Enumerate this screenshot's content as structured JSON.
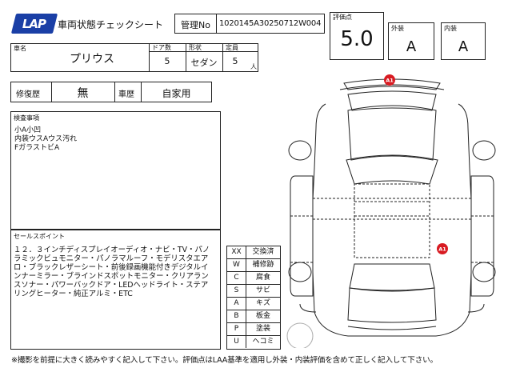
{
  "header": {
    "logo_text": "LAP",
    "title": "車両状態チェックシート",
    "management_label": "管理No",
    "management_no": "1020145A30250712W004"
  },
  "ratings": {
    "score_label": "評価点",
    "score": "5.0",
    "exterior_label": "外装",
    "exterior": "A",
    "interior_label": "内装",
    "interior": "A"
  },
  "vehicle": {
    "name_label": "車名",
    "name": "プリウス",
    "doors_label": "ドア数",
    "doors": "5",
    "shape_label": "形状",
    "shape": "セダン",
    "capacity_label": "定員",
    "capacity": "5",
    "capacity_unit": "人"
  },
  "history": {
    "repair_label": "修復歴",
    "repair": "無",
    "type_label": "車歴",
    "type": "自家用"
  },
  "inspection": {
    "label": "検査事項",
    "lines": [
      "小A小凹",
      "内装ウスAウス汚れ",
      "FガラストビA"
    ]
  },
  "sales": {
    "label": "セールスポイント",
    "text": "１２．３インチディスプレイオーディオ・ナビ・TV・パノラミックビュモニター・パノラマルーフ・モデリスタエアロ・ブラックレザーシート・前後録画機能付きデジタルインナーミラー・ブラインドスポットモニター・クリアランスソナー・パワーバックドア・LEDヘッドライト・ステアリングヒーター・純正アルミ・ETC"
  },
  "legend": [
    {
      "code": "XX",
      "desc": "交換済"
    },
    {
      "code": "W",
      "desc": "補修跡"
    },
    {
      "code": "C",
      "desc": "腐食"
    },
    {
      "code": "S",
      "desc": "サビ"
    },
    {
      "code": "A",
      "desc": "キズ"
    },
    {
      "code": "B",
      "desc": "板金"
    },
    {
      "code": "P",
      "desc": "塗装"
    },
    {
      "code": "U",
      "desc": "ヘコミ"
    }
  ],
  "diagram_marks": [
    {
      "label": "A1",
      "color": "#d81b22"
    },
    {
      "label": "A1",
      "color": "#d81b22"
    }
  ],
  "footer": "※撮影を前提に大きく読みやすく記入して下さい。評価点はLAA基準を適用し外装・内装評価を含めて正しく記入して下さい。"
}
